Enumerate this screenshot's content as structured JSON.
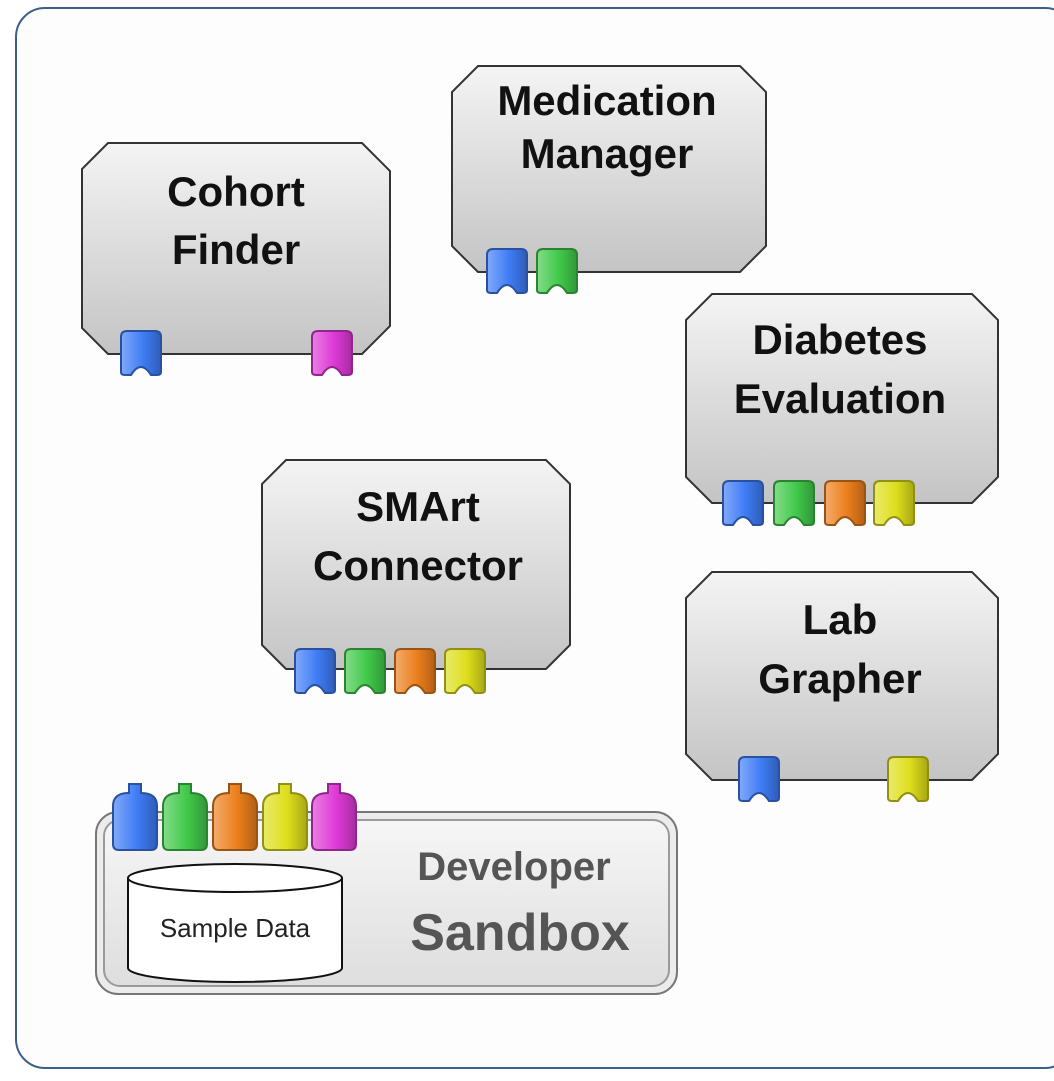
{
  "colors": {
    "frame": "#3d5f8c",
    "box_top": "#f3f3f3",
    "box_bottom": "#c6c6c6",
    "box_border": "#333333",
    "blue": "#3f7cf5",
    "green": "#41c94a",
    "orange": "#ec7f1d",
    "yellow": "#dede1c",
    "magenta": "#de3ad6"
  },
  "apps": [
    {
      "id": "cohort-finder",
      "lines": [
        "Cohort",
        "Finder"
      ],
      "ports": [
        "blue",
        "magenta"
      ]
    },
    {
      "id": "medication-manager",
      "lines": [
        "Medication",
        "Manager"
      ],
      "ports": [
        "blue",
        "green"
      ]
    },
    {
      "id": "diabetes-evaluation",
      "lines": [
        "Diabetes",
        "Evaluation"
      ],
      "ports": [
        "blue",
        "green",
        "orange",
        "yellow"
      ]
    },
    {
      "id": "smart-connector",
      "lines": [
        "SMArt",
        "Connector"
      ],
      "ports": [
        "blue",
        "green",
        "orange",
        "yellow"
      ]
    },
    {
      "id": "lab-grapher",
      "lines": [
        "Lab",
        "Grapher"
      ],
      "ports": [
        "blue",
        "yellow"
      ]
    }
  ],
  "sandbox": {
    "line1": "Developer",
    "line2": "Sandbox",
    "database_label": "Sample Data",
    "plugs": [
      "blue",
      "green",
      "orange",
      "yellow",
      "magenta"
    ]
  }
}
